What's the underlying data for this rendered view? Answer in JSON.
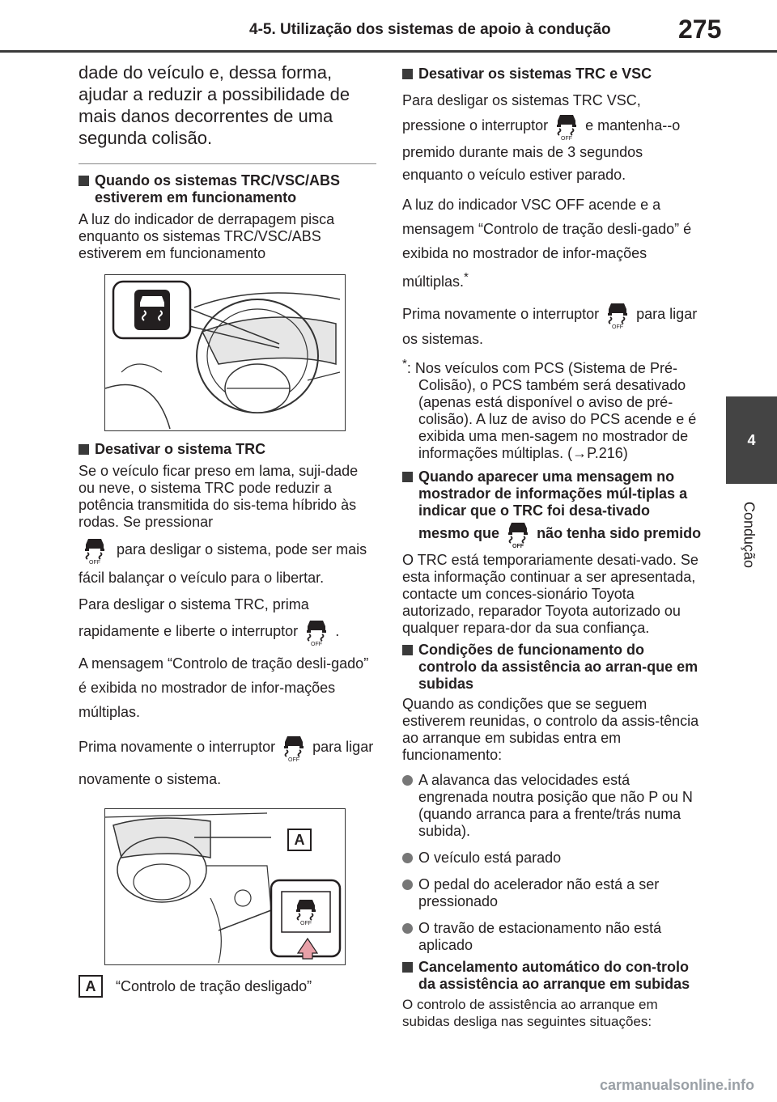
{
  "header": {
    "title": "4-5. Utilização dos sistemas de apoio à condução",
    "page_number": "275"
  },
  "side_tab": {
    "chapter_number": "4",
    "chapter_name": "Condução"
  },
  "left": {
    "lead_text": "dade do veículo e, dessa forma, ajudar a reduzir a possibilidade de mais danos decorrentes de uma segunda colisão.",
    "sec1_title": "Quando os sistemas TRC/VSC/ABS estiverem em funcionamento",
    "sec1_body": "A luz do indicador de derrapagem pisca enquanto os sistemas TRC/VSC/ABS estiverem em funcionamento",
    "sec2_title": "Desativar o sistema TRC",
    "sec2_p1_a": "Se o veículo ficar preso em lama, suji-dade ou neve, o sistema TRC pode reduzir a potência transmitida do sis-tema híbrido às rodas. Se pressionar",
    "sec2_p1_b": "para desligar o sistema, pode ser mais fácil balançar o veículo para o libertar.",
    "sec2_p2_a": "Para desligar o sistema TRC, prima rapidamente e liberte o interruptor",
    "sec2_p2_b": ".",
    "sec2_p3": "A mensagem “Controlo de tração desli-gado” é exibida no mostrador de infor-mações múltiplas.",
    "sec2_p4_a": "Prima novamente o interruptor",
    "sec2_p4_b": "para ligar novamente o sistema.",
    "fig2_label": "A",
    "caption_label": "A",
    "caption_text": "“Controlo de tração desligado”"
  },
  "right": {
    "sec3_title": "Desativar os sistemas TRC e VSC",
    "sec3_p1_a": "Para desligar os sistemas TRC VSC, pressione o interruptor",
    "sec3_p1_b": "e mantenha--o premido durante mais de 3 segundos enquanto o veículo estiver parado.",
    "sec3_p2": "A luz do indicador VSC OFF acende e a mensagem “Controlo de tração desli-gado” é exibida no mostrador de infor-mações múltiplas.",
    "sec3_p2_sup": "*",
    "sec3_p3_a": "Prima novamente o interruptor",
    "sec3_p3_b": "para ligar os sistemas.",
    "note_mark": "*",
    "note_text": ": Nos veículos com PCS (Sistema de Pré-Colisão), o PCS também será desativado (apenas está disponível o aviso de pré-colisão). A luz de aviso do PCS acende e é exibida uma men-sagem no mostrador de informações múltiplas. (→P.216)",
    "sec4_title_a": "Quando aparecer uma mensagem no mostrador de informações múl-tiplas a indicar que o TRC foi desa-tivado mesmo que",
    "sec4_title_b": "não tenha sido premido",
    "sec4_body": "O TRC está temporariamente desati-vado. Se esta informação continuar a ser apresentada, contacte um conces-sionário Toyota autorizado, reparador Toyota autorizado ou qualquer repara-dor da sua confiança.",
    "sec5_title": "Condições de funcionamento do controlo da assistência ao arran-que em subidas",
    "sec5_body": "Quando as condições que se seguem estiverem reunidas, o controlo da assis-tência ao arranque em subidas entra em funcionamento:",
    "bullets": [
      "A alavanca das velocidades está engrenada noutra posição que não P ou N (quando arranca para a frente/trás numa subida).",
      "O veículo está parado",
      "O pedal do acelerador não está a ser pressionado",
      "O travão de estacionamento não está aplicado"
    ],
    "sec6_title": "Cancelamento automático do con-trolo da assistência ao arranque em subidas",
    "sec6_body": "O controlo de assistência ao arranque em subidas desliga nas seguintes situações:"
  },
  "icons": {
    "switch": "trc-off-switch-icon",
    "skid": "slip-indicator-icon",
    "off_text": "OFF"
  },
  "footer": {
    "watermark": "carmanualsonline.info"
  }
}
